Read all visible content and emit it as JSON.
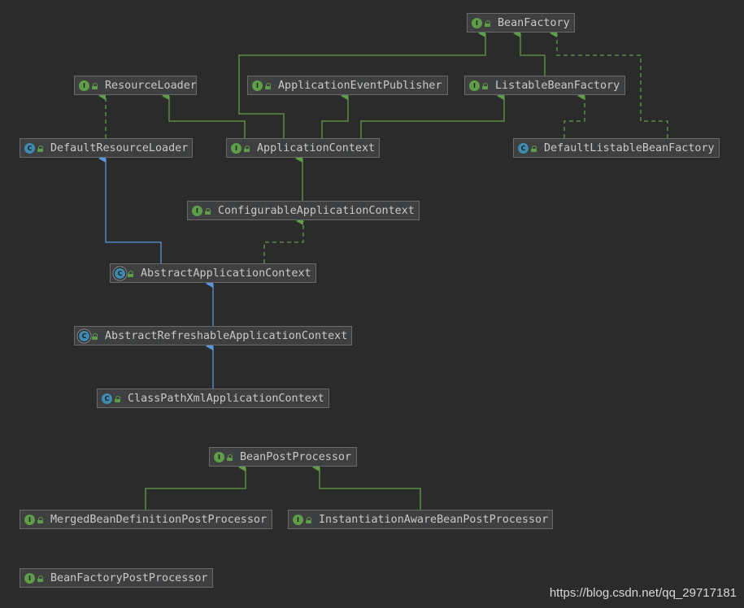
{
  "colors": {
    "background": "#2b2b2b",
    "node_fill": "#3d3f41",
    "node_border": "#6a6a6a",
    "implements_edge": "#5f9e48",
    "extends_edge": "#5a96dc",
    "interface_badge": "#5f9e48",
    "class_badge": "#3e8ab0",
    "label_text": "#c9c9c9"
  },
  "nodes": [
    {
      "id": "bean-factory",
      "label": "BeanFactory",
      "kind": "interface",
      "icon": "interface-icon"
    },
    {
      "id": "resource-loader",
      "label": "ResourceLoader",
      "kind": "interface",
      "icon": "interface-icon"
    },
    {
      "id": "application-event-publisher",
      "label": "ApplicationEventPublisher",
      "kind": "interface",
      "icon": "interface-icon"
    },
    {
      "id": "listable-bean-factory",
      "label": "ListableBeanFactory",
      "kind": "interface",
      "icon": "interface-icon"
    },
    {
      "id": "default-resource-loader",
      "label": "DefaultResourceLoader",
      "kind": "class",
      "icon": "class-icon"
    },
    {
      "id": "application-context",
      "label": "ApplicationContext",
      "kind": "interface",
      "icon": "interface-icon"
    },
    {
      "id": "default-listable-bean-factory",
      "label": "DefaultListableBeanFactory",
      "kind": "class",
      "icon": "class-icon"
    },
    {
      "id": "configurable-application-context",
      "label": "ConfigurableApplicationContext",
      "kind": "interface",
      "icon": "interface-icon"
    },
    {
      "id": "abstract-application-context",
      "label": "AbstractApplicationContext",
      "kind": "abstract",
      "icon": "abstract-class-icon"
    },
    {
      "id": "abstract-refreshable-application-context",
      "label": "AbstractRefreshableApplicationContext",
      "kind": "abstract",
      "icon": "abstract-class-icon"
    },
    {
      "id": "class-path-xml-application-context",
      "label": "ClassPathXmlApplicationContext",
      "kind": "class",
      "icon": "class-icon"
    },
    {
      "id": "bean-post-processor",
      "label": "BeanPostProcessor",
      "kind": "interface",
      "icon": "interface-icon"
    },
    {
      "id": "merged-bean-definition-post-processor",
      "label": "MergedBeanDefinitionPostProcessor",
      "kind": "interface",
      "icon": "interface-icon"
    },
    {
      "id": "instantiation-aware-bean-post-processor",
      "label": "InstantiationAwareBeanPostProcessor",
      "kind": "interface",
      "icon": "interface-icon"
    },
    {
      "id": "bean-factory-post-processor",
      "label": "BeanFactoryPostProcessor",
      "kind": "interface",
      "icon": "interface-icon"
    }
  ],
  "edges": [
    {
      "from": "listable-bean-factory",
      "to": "bean-factory",
      "type": "interface-extends"
    },
    {
      "from": "application-context",
      "to": "bean-factory",
      "type": "interface-extends"
    },
    {
      "from": "application-context",
      "to": "resource-loader",
      "type": "interface-extends"
    },
    {
      "from": "application-context",
      "to": "application-event-publisher",
      "type": "interface-extends"
    },
    {
      "from": "application-context",
      "to": "listable-bean-factory",
      "type": "interface-extends"
    },
    {
      "from": "default-resource-loader",
      "to": "resource-loader",
      "type": "implements"
    },
    {
      "from": "default-listable-bean-factory",
      "to": "listable-bean-factory",
      "type": "implements"
    },
    {
      "from": "default-listable-bean-factory",
      "to": "bean-factory",
      "type": "implements"
    },
    {
      "from": "configurable-application-context",
      "to": "application-context",
      "type": "interface-extends"
    },
    {
      "from": "abstract-application-context",
      "to": "configurable-application-context",
      "type": "implements"
    },
    {
      "from": "abstract-application-context",
      "to": "default-resource-loader",
      "type": "class-extends"
    },
    {
      "from": "abstract-refreshable-application-context",
      "to": "abstract-application-context",
      "type": "class-extends"
    },
    {
      "from": "class-path-xml-application-context",
      "to": "abstract-refreshable-application-context",
      "type": "class-extends"
    },
    {
      "from": "merged-bean-definition-post-processor",
      "to": "bean-post-processor",
      "type": "interface-extends"
    },
    {
      "from": "instantiation-aware-bean-post-processor",
      "to": "bean-post-processor",
      "type": "interface-extends"
    }
  ],
  "kind_letters": {
    "interface": "I",
    "class": "C",
    "abstract": "C"
  },
  "watermark": "https://blog.csdn.net/qq_29717181"
}
